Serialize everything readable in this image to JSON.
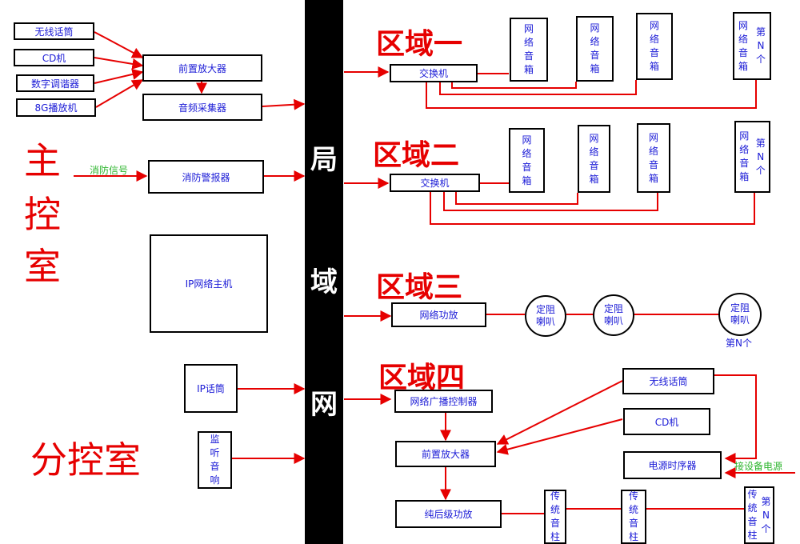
{
  "lan": [
    "局",
    "域",
    "网"
  ],
  "main_room": [
    "主",
    "控",
    "室"
  ],
  "sub_room": "分控室",
  "sources": {
    "wireless_mic": "无线话筒",
    "cd": "CD机",
    "tuner": "数字调谐器",
    "player_8g": "8G播放机",
    "preamp": "前置放大器",
    "audio_capture": "音频采集器",
    "fire_signal": "消防信号",
    "fire_alarm": "消防警报器",
    "ip_host": "IP网络主机",
    "ip_mic": "IP话筒",
    "monitor_speaker": [
      "监",
      "听",
      "音",
      "响"
    ]
  },
  "zone1": {
    "title": "区域一",
    "switch": "交换机",
    "speaker": [
      "网",
      "络",
      "音",
      "箱"
    ],
    "speaker_n": [
      "网",
      "络",
      "音",
      "箱"
    ],
    "speaker_n_side": [
      "第",
      "N",
      "个"
    ]
  },
  "zone2": {
    "title": "区域二",
    "switch": "交换机",
    "speaker": [
      "网",
      "络",
      "音",
      "箱"
    ],
    "speaker_n": [
      "网",
      "络",
      "音",
      "箱"
    ],
    "speaker_n_side": [
      "第",
      "N",
      "个"
    ]
  },
  "zone3": {
    "title": "区域三",
    "amp": "网络功放",
    "horn": [
      "定阻",
      "喇叭"
    ],
    "nth_label": "第N个"
  },
  "zone4": {
    "title": "区域四",
    "controller": "网络广播控制器",
    "preamp": "前置放大器",
    "power_amp": "纯后级功放",
    "wireless_mic": "无线话筒",
    "cd": "CD机",
    "sequencer": "电源时序器",
    "power_note": "接设备电源",
    "column": [
      "传",
      "统",
      "音",
      "柱"
    ],
    "column_n_side": [
      "第",
      "N",
      "个"
    ]
  },
  "colors": {
    "arrow": "#e60000",
    "box_text": "#1a1ad6",
    "title": "#e60000",
    "note": "#2db52d"
  }
}
